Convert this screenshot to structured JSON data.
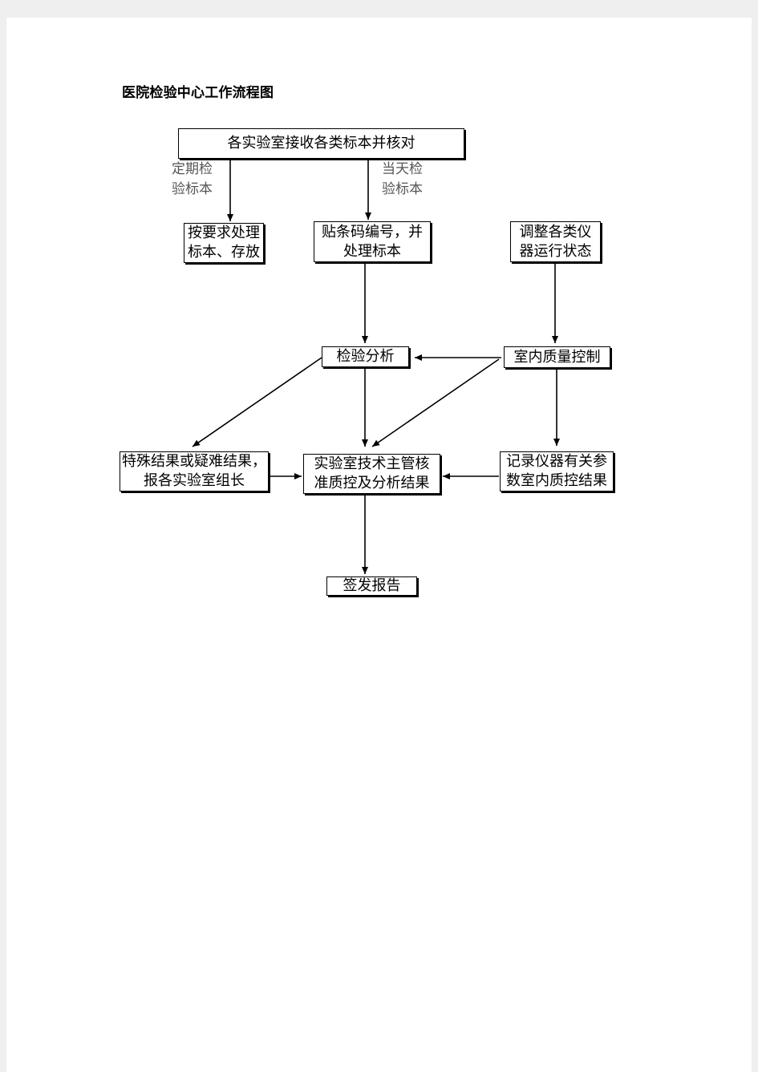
{
  "title": "医院检验中心工作流程图",
  "nodes": {
    "receive": {
      "text": "各实验室接收各类标本并核对"
    },
    "store": {
      "line1": "按要求处理",
      "line2": "标本、存放"
    },
    "barcode": {
      "line1": "贴条码编号，并",
      "line2": "处理标本"
    },
    "adjust": {
      "line1": "调整各类仪",
      "line2": "器运行状态"
    },
    "analysis": {
      "text": "检验分析"
    },
    "qc": {
      "text": "室内质量控制"
    },
    "special": {
      "line1": "特殊结果或疑难结果，",
      "line2": "报各实验室组长"
    },
    "supervisor": {
      "line1": "实验室技术主管核",
      "line2": "准质控及分析结果"
    },
    "record": {
      "line1": "记录仪器有关参",
      "line2": "数室内质控结果"
    },
    "report": {
      "text": "签发报告"
    }
  },
  "edge_labels": {
    "periodic": {
      "line1": "定期检",
      "line2": "验标本"
    },
    "sameday": {
      "line1": "当天检",
      "line2": "验标本"
    }
  }
}
